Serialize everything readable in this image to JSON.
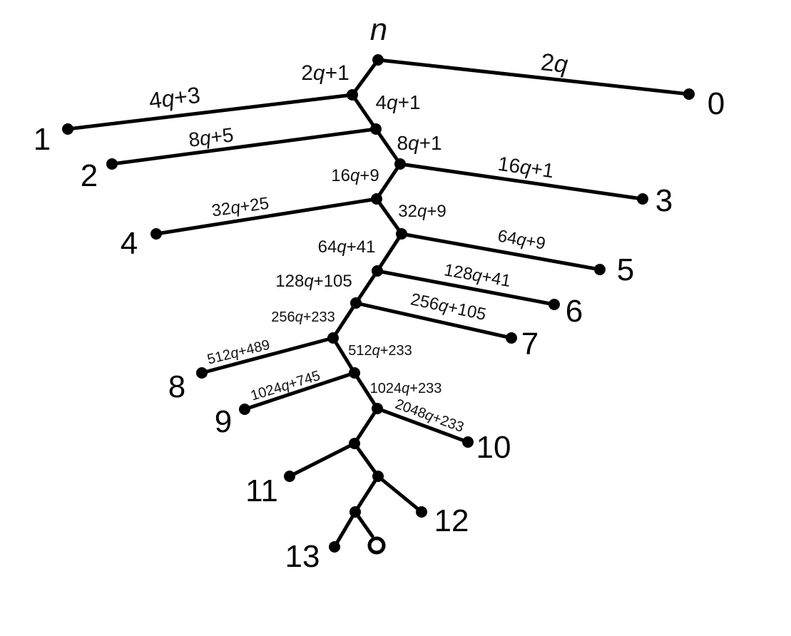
{
  "root": {
    "label": "n"
  },
  "edges": [
    {
      "id": "e-root-0",
      "label": "2q"
    },
    {
      "id": "e-root-a",
      "label": "2q+1"
    },
    {
      "id": "e-a-1",
      "label": "4q+3"
    },
    {
      "id": "e-a-b",
      "label": "4q+1"
    },
    {
      "id": "e-b-2",
      "label": "8q+5"
    },
    {
      "id": "e-b-c",
      "label": "8q+1"
    },
    {
      "id": "e-c-3",
      "label": "16q+1"
    },
    {
      "id": "e-c-d",
      "label": "16q+9"
    },
    {
      "id": "e-d-4",
      "label": "32q+25"
    },
    {
      "id": "e-d-e",
      "label": "32q+9"
    },
    {
      "id": "e-e-5",
      "label": "64q+9"
    },
    {
      "id": "e-e-f",
      "label": "64q+41"
    },
    {
      "id": "e-f-6",
      "label": "128q+41"
    },
    {
      "id": "e-f-g",
      "label": "128q+105"
    },
    {
      "id": "e-g-7",
      "label": "256q+105"
    },
    {
      "id": "e-g-h",
      "label": "256q+233"
    },
    {
      "id": "e-h-8",
      "label": "512q+489"
    },
    {
      "id": "e-h-i",
      "label": "512q+233"
    },
    {
      "id": "e-i-9",
      "label": "1024q+745"
    },
    {
      "id": "e-i-j",
      "label": "1024q+233"
    },
    {
      "id": "e-j-10",
      "label": "2048q+233"
    }
  ],
  "leaves": [
    "0",
    "1",
    "2",
    "3",
    "4",
    "5",
    "6",
    "7",
    "8",
    "9",
    "10",
    "11",
    "12",
    "13"
  ],
  "colors": {
    "line": "#000000",
    "background": "#ffffff"
  }
}
